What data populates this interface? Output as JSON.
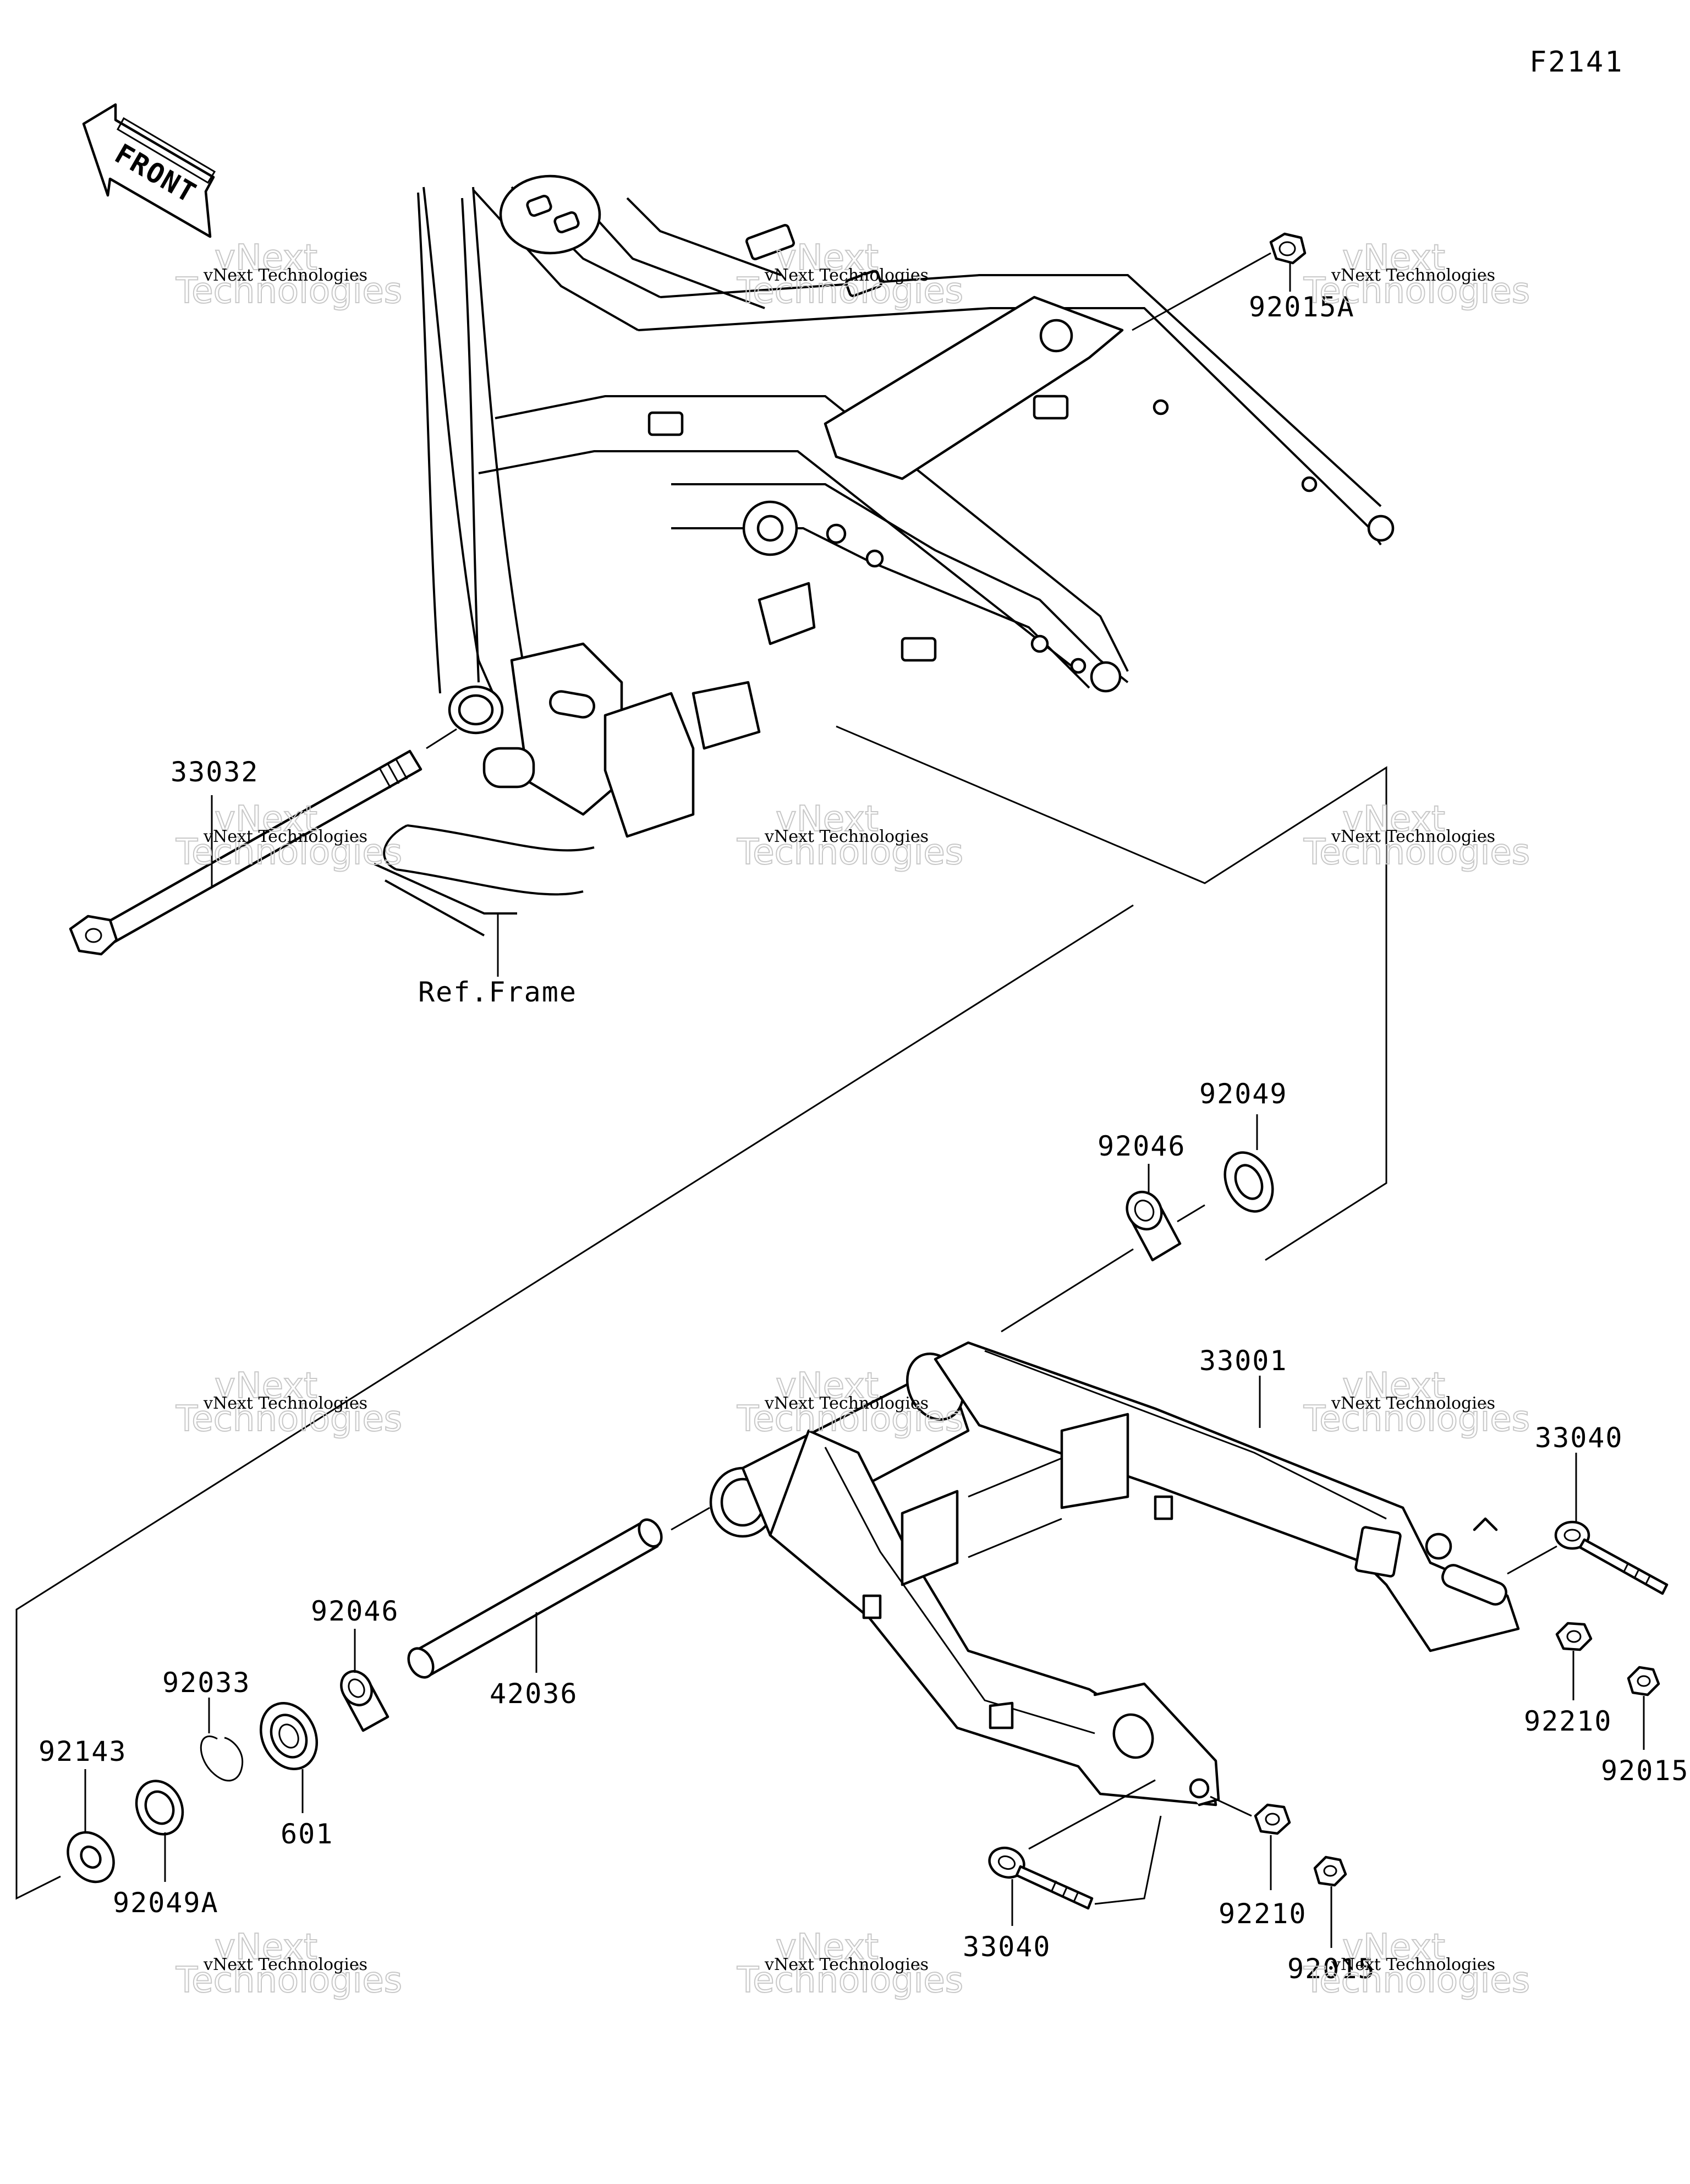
{
  "diagram_code": "F2141",
  "front_label": "FRONT",
  "reference_label": "Ref.Frame",
  "watermark": {
    "line1": "vNext Technologies",
    "line2": "vNext",
    "line3": "Technologies"
  },
  "parts": [
    {
      "id": "92015A"
    },
    {
      "id": "33032"
    },
    {
      "id": "92049"
    },
    {
      "id": "92046"
    },
    {
      "id": "33001"
    },
    {
      "id": "33040"
    },
    {
      "id": "92046"
    },
    {
      "id": "92033"
    },
    {
      "id": "42036"
    },
    {
      "id": "92143"
    },
    {
      "id": "601"
    },
    {
      "id": "92049A"
    },
    {
      "id": "92210"
    },
    {
      "id": "92015"
    },
    {
      "id": "33040"
    },
    {
      "id": "92210"
    },
    {
      "id": "92015"
    }
  ]
}
